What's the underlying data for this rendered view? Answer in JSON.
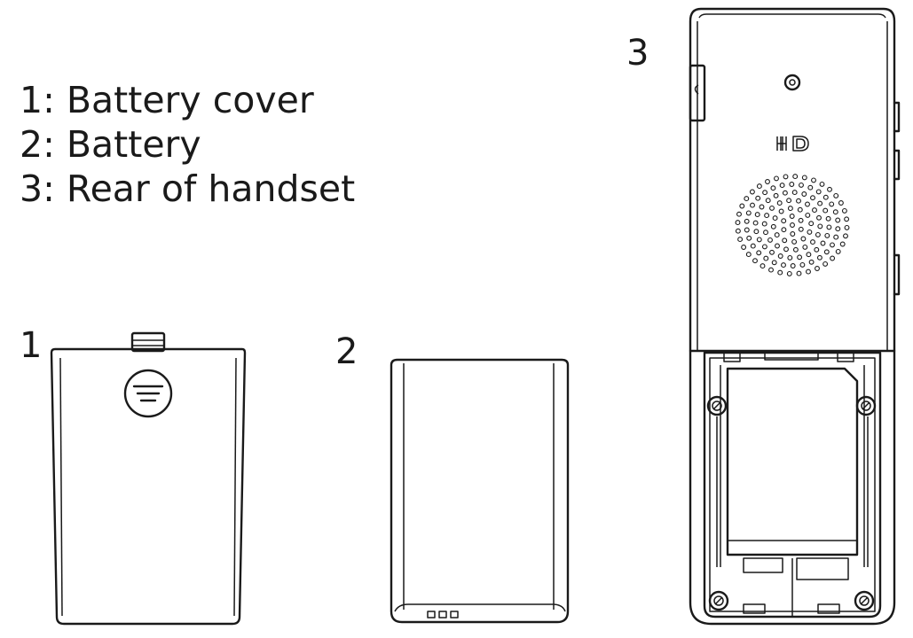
{
  "legend": [
    "1: Battery cover",
    "2: Battery",
    "3: Rear of handset"
  ],
  "labels": {
    "cover": "1",
    "battery": "2",
    "handset": "3"
  },
  "handset_logo": "HD"
}
